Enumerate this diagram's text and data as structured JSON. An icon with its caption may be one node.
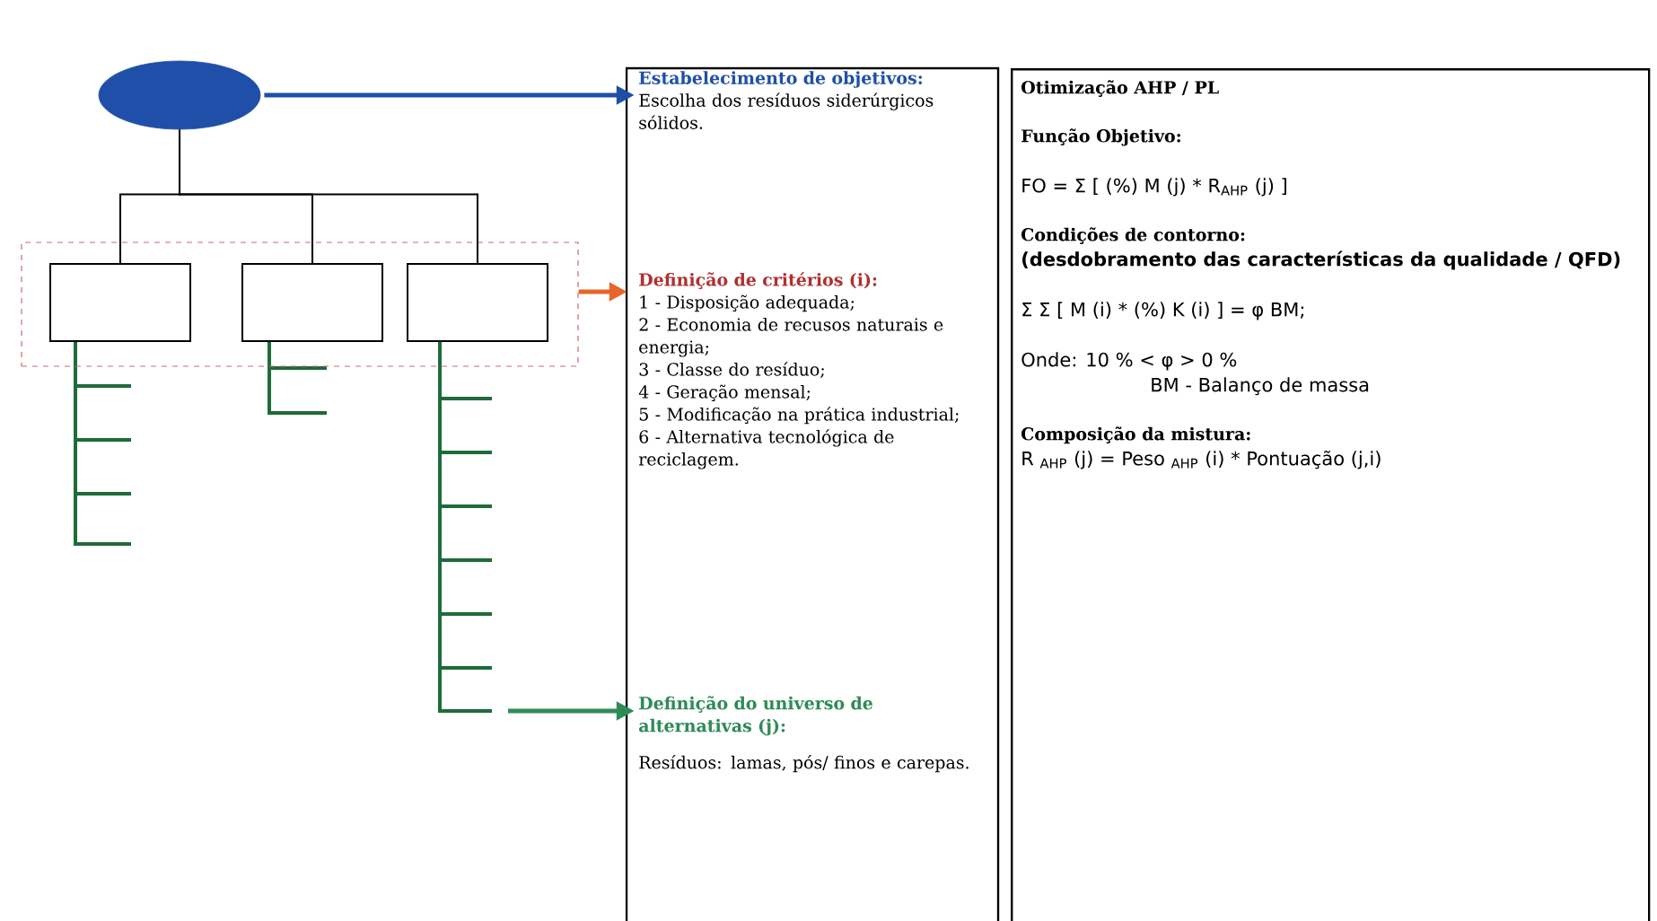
{
  "diagram": {
    "nodes": [
      {
        "text": [],
        "shape": "ellipse"
      },
      {
        "text": [],
        "shape": "box"
      },
      {
        "text": [],
        "shape": "box",
        "in": 1
      },
      {
        "text": [],
        "shape": "box",
        "in": 1
      },
      {
        "text": [],
        "shape": "box",
        "in": 1
      },
      {
        "text": [],
        "shape": "box"
      },
      {
        "text": [
          "Estabelecimento de objetivos:",
          "Escolha dos resíduos siderúrgicos sólidos."
        ],
        "in": 5
      },
      {
        "text": [
          "Definição de critérios (i):",
          "1 - Disposição adequada;",
          "2 - Economia de recusos naturais e energia;",
          "3 - Classe do resíduo;",
          "4 - Geração mensal;",
          "5 - Modificação na prática industrial;",
          "6 - Alternativa tecnológica de reciclagem."
        ],
        "in": 5
      },
      {
        "text": [
          "Definição do universo de alternativas (j):",
          "Resíduos: lamas, pós/ finos e carepas."
        ],
        "in": 5
      },
      {
        "text": [
          "Otimização AHP / PL",
          "Função Objetivo:",
          "FO = Σ [ (%) M (j) * R$_{AHP}$ (j) ]",
          "Condições de contorno:",
          "(desdobramento das características da qualidade / QFD)",
          "Σ    Σ [ M (i) * (%) K (i) ] = φ BM;",
          "Onde: 10 % < φ > 0 %",
          "BM - Balanço de massa",
          "Composição da mistura:",
          "R $_{AHP}$ (j) = Peso $_{AHP}$ (i) * Pontuação (j,i)"
        ]
      }
    ],
    "edges": [
      {
        "from": 0,
        "to": 2,
        "arrow": "none"
      },
      {
        "from": 0,
        "to": 3,
        "arrow": "none"
      },
      {
        "from": 0,
        "to": 4,
        "arrow": "none"
      },
      {
        "from": 0,
        "to": 6,
        "arrow": "to",
        "style": "thick",
        "color": "#1f4fa8"
      },
      {
        "from": 1,
        "to": 7,
        "arrow": "to",
        "style": "thick",
        "color": "#e8652a"
      },
      {
        "from": null,
        "to": 8,
        "arrow": "to",
        "style": "thick",
        "color": "#2e8b57"
      }
    ]
  }
}
